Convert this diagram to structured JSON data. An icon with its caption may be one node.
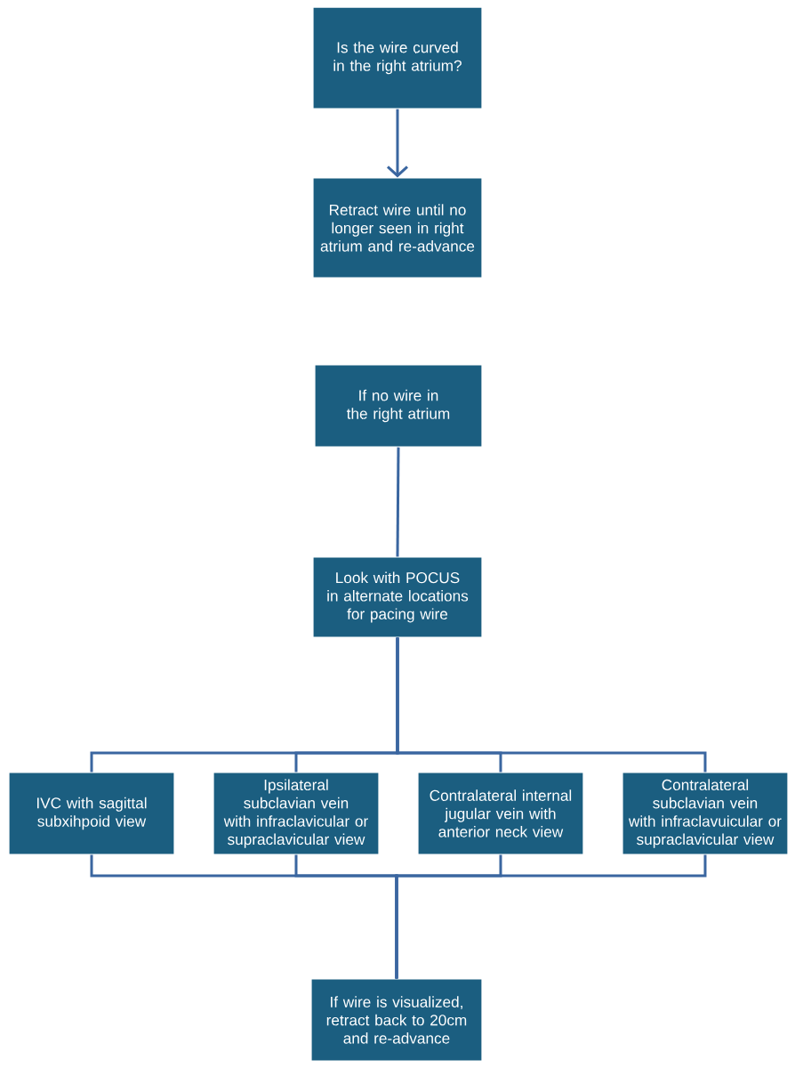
{
  "diagram": {
    "nodes": [
      {
        "text": [
          "Is the wire curved in the right atrium?"
        ]
      },
      {
        "text": [
          "Retract wire until no longer seen in right atrium and re-advance"
        ]
      },
      {
        "text": [
          "If no wire in the right atrium"
        ]
      },
      {
        "text": [
          "Look with POCUS in alternate locations for pacing wire"
        ]
      },
      {
        "text": [
          "IVC with sagittal subxihpoid view"
        ]
      },
      {
        "text": [
          "Ipsilateral subclavian vein with infraclavicular or supraclavicular view"
        ]
      },
      {
        "text": [
          "Contralateral internal jugular vein with anterior neck view"
        ]
      },
      {
        "text": [
          "Contralateral subclavian vein with infraclavuicular or supraclavicular view"
        ]
      },
      {
        "text": [
          "If wire is visualized, retract back to 20cm and re-advance"
        ]
      }
    ],
    "edges": [
      {
        "from": 0,
        "to": 1,
        "arrow": "to"
      },
      {
        "from": 2,
        "to": 3,
        "arrow": "none"
      },
      {
        "from": 3,
        "to": 4,
        "arrow": "none"
      },
      {
        "from": 3,
        "to": 5,
        "arrow": "none"
      },
      {
        "from": 3,
        "to": 6,
        "arrow": "none"
      },
      {
        "from": 3,
        "to": 7,
        "arrow": "none"
      },
      {
        "from": 4,
        "to": 8,
        "arrow": "none"
      },
      {
        "from": 5,
        "to": 8,
        "arrow": "none"
      },
      {
        "from": 6,
        "to": 8,
        "arrow": "none"
      },
      {
        "from": 7,
        "to": 8,
        "arrow": "none"
      }
    ]
  }
}
